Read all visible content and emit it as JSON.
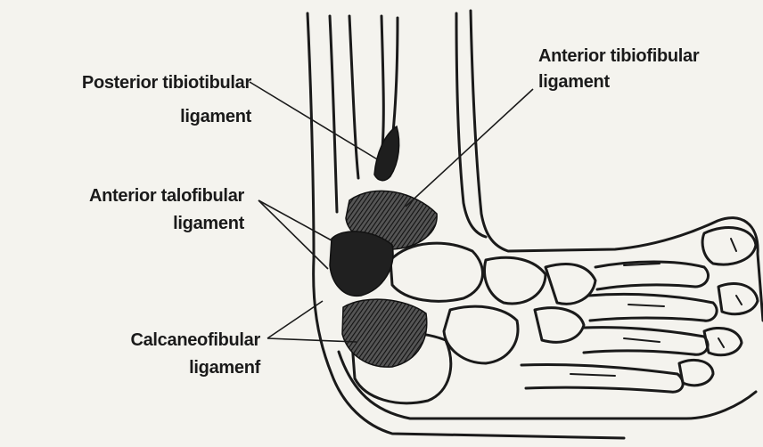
{
  "labels": {
    "posterior_tibiofibular": {
      "line1": "Posterior tibiotibular",
      "line2": "ligament"
    },
    "anterior_tibiofibular": {
      "line1": "Anterior tibiofibular",
      "line2": "ligament"
    },
    "anterior_talofibular": {
      "line1": "Anterior talofibular",
      "line2": "ligament"
    },
    "calcaneofibular": {
      "line1": "Calcaneofibular",
      "line2": "ligamenf"
    }
  },
  "colors": {
    "ink": "#1a1a1a",
    "paper": "#f4f3ee",
    "ligament": "#2a2a2a"
  }
}
